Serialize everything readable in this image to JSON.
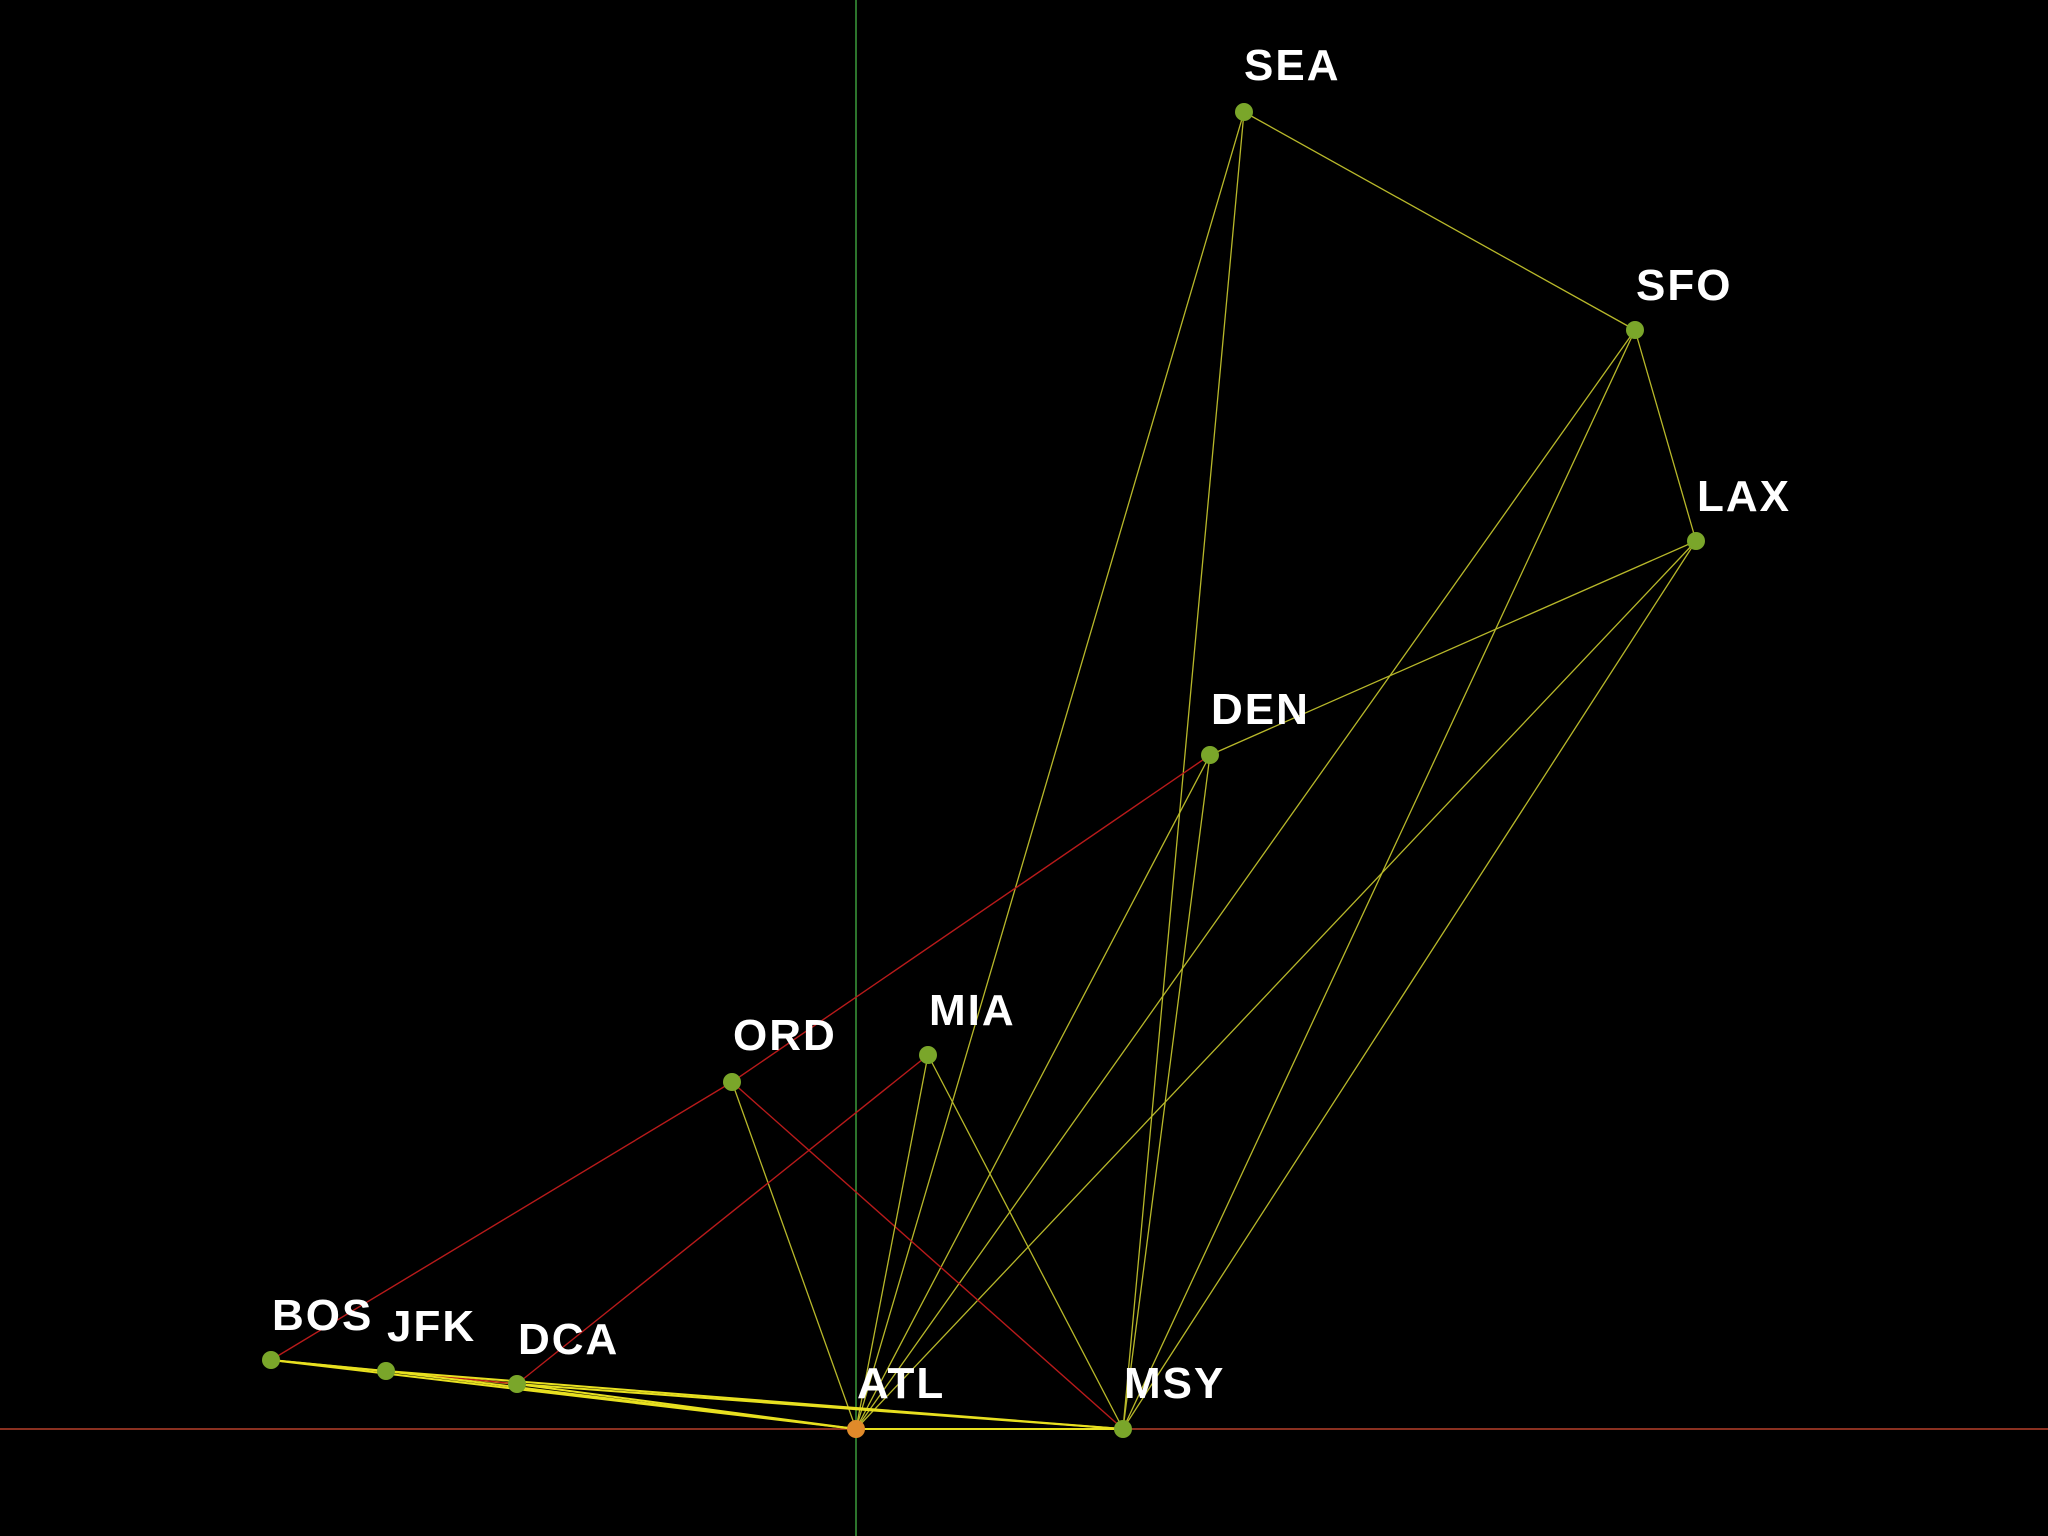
{
  "colors": {
    "background": "#000000",
    "label": "#ffffff",
    "node": "#7aa62a",
    "origin_node": "#e08a2a",
    "edge_default": "#b8b82a",
    "edge_highlight": "#b81a1a",
    "edge_strong": "#e8e020",
    "axis_vertical": "#3a9a3a",
    "axis_horizontal": "#b8402a"
  },
  "airports": [
    {
      "code": "SEA"
    },
    {
      "code": "SFO"
    },
    {
      "code": "LAX"
    },
    {
      "code": "DEN"
    },
    {
      "code": "ORD"
    },
    {
      "code": "MIA"
    },
    {
      "code": "BOS"
    },
    {
      "code": "JFK"
    },
    {
      "code": "DCA"
    },
    {
      "code": "ATL",
      "origin": true
    },
    {
      "code": "MSY"
    }
  ],
  "routes": [
    {
      "from": "SEA",
      "to": "SFO",
      "style": "default"
    },
    {
      "from": "SFO",
      "to": "LAX",
      "style": "default"
    },
    {
      "from": "SEA",
      "to": "ATL",
      "style": "default"
    },
    {
      "from": "SEA",
      "to": "MSY",
      "style": "default"
    },
    {
      "from": "SFO",
      "to": "ATL",
      "style": "default"
    },
    {
      "from": "SFO",
      "to": "MSY",
      "style": "default"
    },
    {
      "from": "LAX",
      "to": "DEN",
      "style": "default"
    },
    {
      "from": "LAX",
      "to": "ATL",
      "style": "default"
    },
    {
      "from": "LAX",
      "to": "MSY",
      "style": "default"
    },
    {
      "from": "DEN",
      "to": "ATL",
      "style": "default"
    },
    {
      "from": "DEN",
      "to": "MSY",
      "style": "default"
    },
    {
      "from": "DEN",
      "to": "ORD",
      "style": "highlight"
    },
    {
      "from": "ORD",
      "to": "BOS",
      "style": "highlight"
    },
    {
      "from": "ORD",
      "to": "MSY",
      "style": "highlight"
    },
    {
      "from": "ORD",
      "to": "ATL",
      "style": "default"
    },
    {
      "from": "MIA",
      "to": "DCA",
      "style": "highlight"
    },
    {
      "from": "MIA",
      "to": "ATL",
      "style": "default"
    },
    {
      "from": "MIA",
      "to": "MSY",
      "style": "default"
    },
    {
      "from": "BOS",
      "to": "JFK",
      "style": "strong"
    },
    {
      "from": "BOS",
      "to": "DCA",
      "style": "strong"
    },
    {
      "from": "BOS",
      "to": "ATL",
      "style": "strong"
    },
    {
      "from": "JFK",
      "to": "DCA",
      "style": "highlight"
    },
    {
      "from": "JFK",
      "to": "ATL",
      "style": "strong"
    },
    {
      "from": "JFK",
      "to": "MSY",
      "style": "strong"
    },
    {
      "from": "DCA",
      "to": "ATL",
      "style": "strong"
    },
    {
      "from": "DCA",
      "to": "MSY",
      "style": "strong"
    },
    {
      "from": "ATL",
      "to": "MSY",
      "style": "strong"
    }
  ]
}
